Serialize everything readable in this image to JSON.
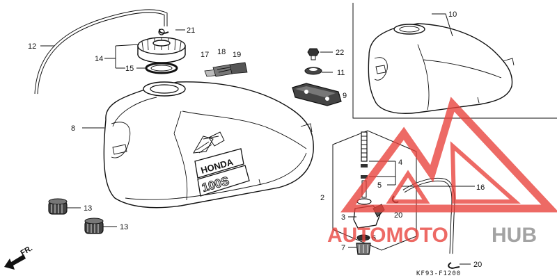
{
  "callouts": {
    "c2": "2",
    "c3": "3",
    "c4": "4",
    "c5": "5",
    "c6": "6",
    "c7": "7",
    "c8": "8",
    "c9": "9",
    "c10": "10",
    "c11": "11",
    "c12": "12",
    "c13a": "13",
    "c13b": "13",
    "c14": "14",
    "c15": "15",
    "c16": "16",
    "c17": "17",
    "c18": "18",
    "c19": "19",
    "c20a": "20",
    "c20b": "20",
    "c21": "21",
    "c22": "22"
  },
  "tank_logo": {
    "line1": "HONDA",
    "line2": "100S"
  },
  "direction_label": "FR.",
  "diagram_code": "KF93-F1200",
  "watermark": {
    "part1": "AUTOMOTO",
    "part2": "HUB",
    "color_red": "#e8413a",
    "color_grey": "#8a8a8a"
  }
}
